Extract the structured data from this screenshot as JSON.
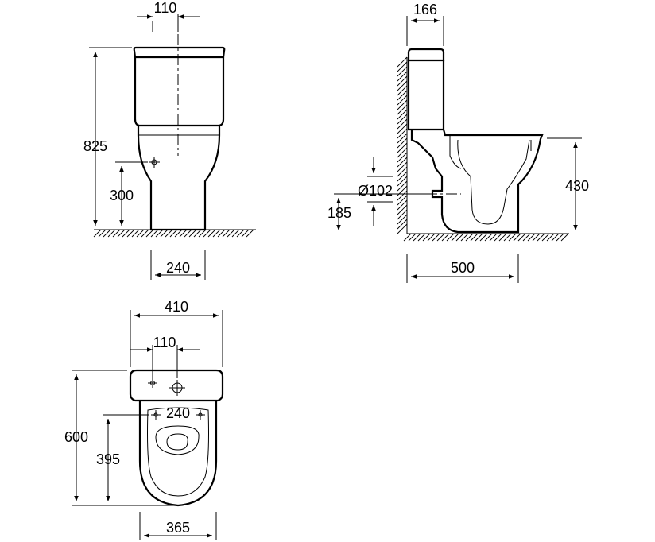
{
  "dimensions": {
    "front_width_top": "110",
    "front_height_total": "825",
    "front_inlet_height": "300",
    "front_base_width": "240",
    "side_tank_depth": "166",
    "side_outlet_diameter": "Ø102",
    "side_outlet_height": "185",
    "side_seat_height": "430",
    "side_projection": "500",
    "top_overall_width": "410",
    "top_hole_offset": "110",
    "top_fixing_spacing": "240",
    "top_overall_length": "600",
    "top_bowl_length": "395",
    "top_bowl_width": "365"
  }
}
